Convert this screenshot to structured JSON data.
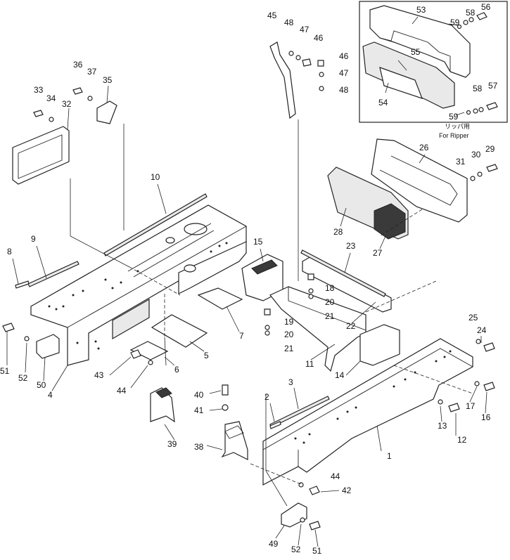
{
  "inset": {
    "note_jp": "リッパ用",
    "note_en": "For Ripper"
  },
  "callouts": [
    "1",
    "2",
    "3",
    "4",
    "5",
    "6",
    "7",
    "8",
    "9",
    "10",
    "11",
    "12",
    "13",
    "14",
    "15",
    "16",
    "17",
    "18",
    "19",
    "20",
    "21",
    "22",
    "23",
    "24",
    "25",
    "26",
    "27",
    "28",
    "29",
    "30",
    "31",
    "32",
    "33",
    "34",
    "35",
    "36",
    "37",
    "38",
    "39",
    "40",
    "41",
    "42",
    "43",
    "44",
    "45",
    "46",
    "47",
    "48",
    "49",
    "50",
    "51",
    "52",
    "53",
    "54",
    "55",
    "56",
    "57",
    "58",
    "59"
  ]
}
